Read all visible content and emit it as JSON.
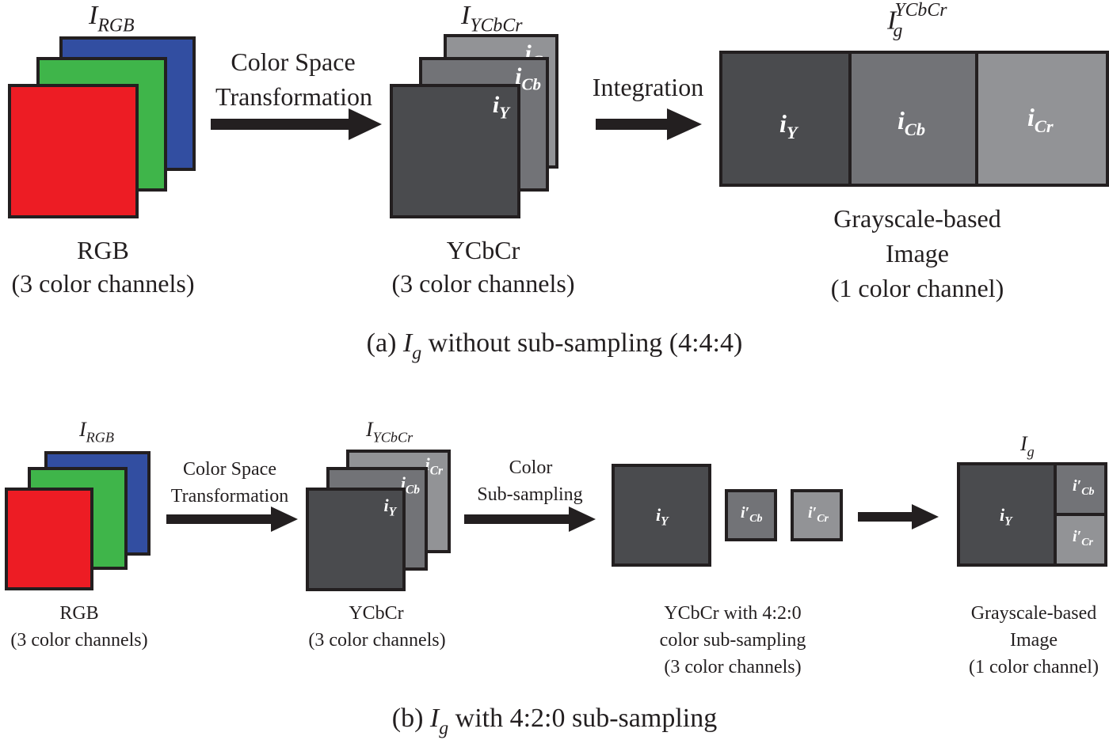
{
  "panel_a": {
    "caption_prefix": "(a)",
    "caption_symbol": "I",
    "caption_symbol_sub": "g",
    "caption_suffix": "without sub-sampling (4:4:4)",
    "rgb": {
      "symbol": "I",
      "symbol_sub": "RGB",
      "title": "RGB",
      "subtitle": "(3 color channels)",
      "colors": {
        "red": "#ed1c24",
        "green": "#3fb54a",
        "blue": "#324ea1"
      }
    },
    "arrow1_label_line1": "Color Space",
    "arrow1_label_line2": "Transformation",
    "ycbcr": {
      "symbol": "I",
      "symbol_sub": "YCbCr",
      "title": "YCbCr",
      "subtitle": "(3 color channels)",
      "channels": [
        {
          "base": "i",
          "sub": "Y"
        },
        {
          "base": "i",
          "sub": "Cb"
        },
        {
          "base": "i",
          "sub": "Cr"
        }
      ]
    },
    "arrow2_label": "Integration",
    "gray": {
      "symbol": "I",
      "symbol_sub": "g",
      "symbol_sup": "YCbCr",
      "title_line1": "Grayscale-based",
      "title_line2": "Image",
      "subtitle": "(1 color channel)",
      "channels": [
        {
          "base": "i",
          "sub": "Y"
        },
        {
          "base": "i",
          "sub": "Cb"
        },
        {
          "base": "i",
          "sub": "Cr"
        }
      ]
    }
  },
  "panel_b": {
    "caption_prefix": "(b)",
    "caption_symbol": "I",
    "caption_symbol_sub": "g",
    "caption_suffix": "with 4:2:0 sub-sampling",
    "rgb": {
      "symbol": "I",
      "symbol_sub": "RGB",
      "title": "RGB",
      "subtitle": "(3 color channels)"
    },
    "arrow1_label_line1": "Color Space",
    "arrow1_label_line2": "Transformation",
    "ycbcr": {
      "symbol": "I",
      "symbol_sub": "YCbCr",
      "title": "YCbCr",
      "subtitle": "(3 color channels)",
      "channels": [
        {
          "base": "i",
          "sub": "Y"
        },
        {
          "base": "i",
          "sub": "Cb"
        },
        {
          "base": "i",
          "sub": "Cr"
        }
      ]
    },
    "arrow2_label_line1": "Color",
    "arrow2_label_line2": "Sub-sampling",
    "subsampled": {
      "title_line1": "YCbCr with 4:2:0",
      "title_line2": "color sub-sampling",
      "subtitle": "(3 color channels)",
      "channels": [
        {
          "base": "i",
          "sub": "Y"
        },
        {
          "base": "i′",
          "sub": "Cb"
        },
        {
          "base": "i′",
          "sub": "Cr"
        }
      ]
    },
    "gray": {
      "symbol": "I",
      "symbol_sub": "g",
      "title_line1": "Grayscale-based",
      "title_line2": "Image",
      "subtitle": "(1 color channel)",
      "channels": [
        {
          "base": "i",
          "sub": "Y"
        },
        {
          "base": "i′",
          "sub": "Cb"
        },
        {
          "base": "i′",
          "sub": "Cr"
        }
      ]
    }
  },
  "colors": {
    "channel_Y": "#4a4b4e",
    "channel_Cb": "#727377",
    "channel_Cr": "#929396",
    "stroke": "#231f20"
  }
}
